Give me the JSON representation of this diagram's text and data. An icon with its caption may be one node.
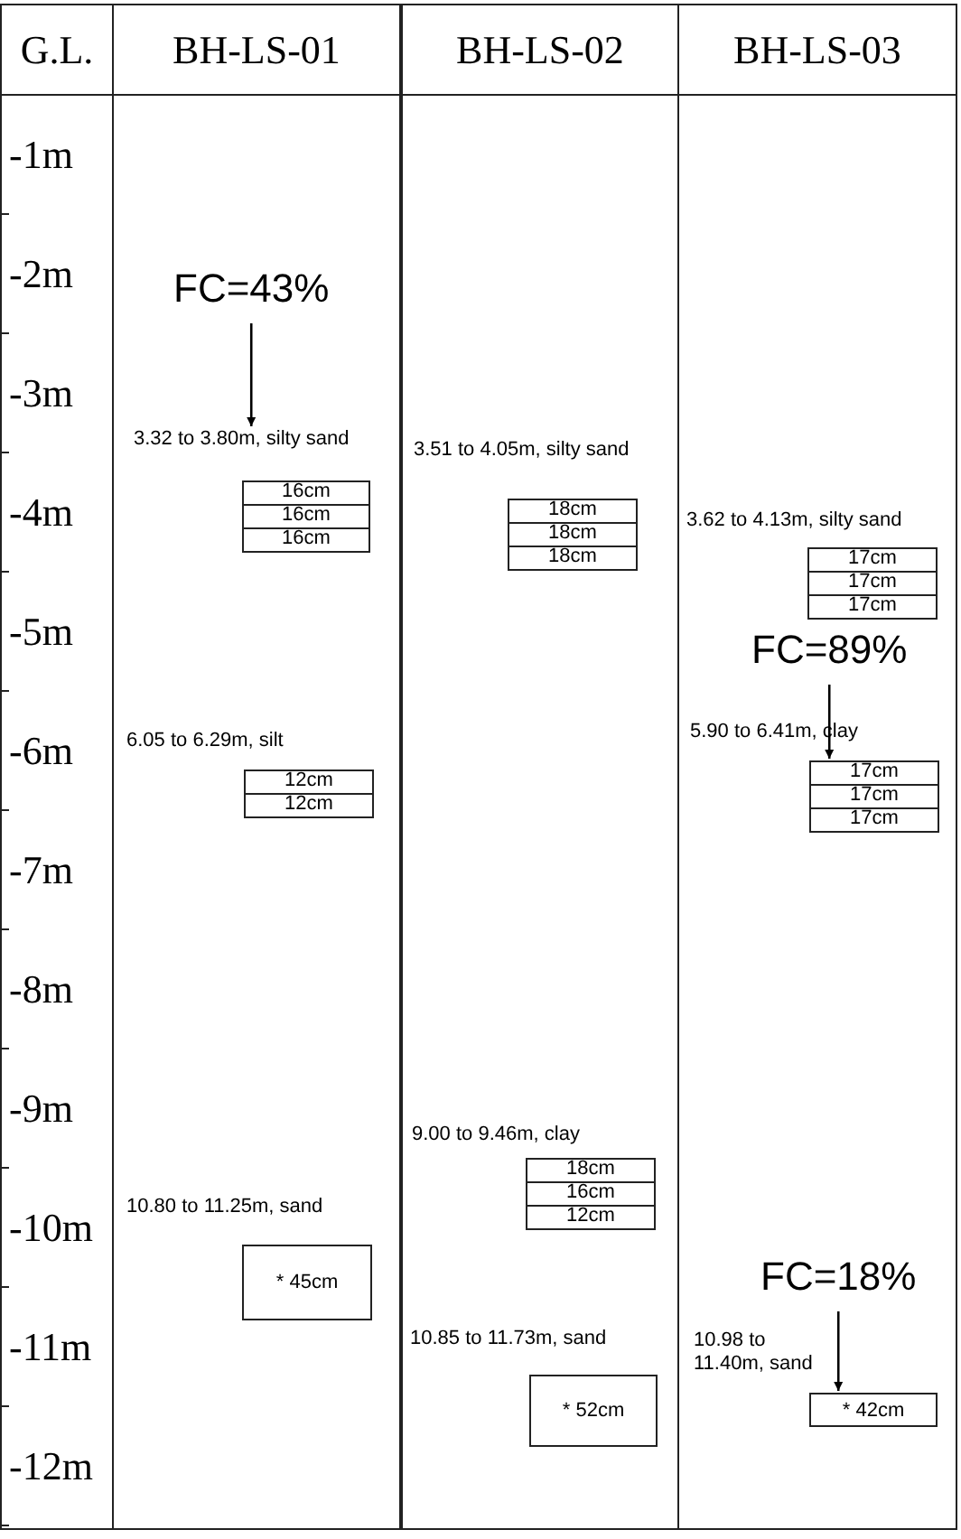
{
  "diagram": {
    "nodes": [
      {
        "text": [
          "G.L."
        ]
      },
      {
        "text": [
          "-1m"
        ],
        "in": 0
      },
      {
        "text": [
          "-2m"
        ],
        "in": 0
      },
      {
        "text": [
          "-3m"
        ],
        "in": 0
      },
      {
        "text": [
          "-4m"
        ],
        "in": 0
      },
      {
        "text": [
          "-5m"
        ],
        "in": 0
      },
      {
        "text": [
          "-6m"
        ],
        "in": 0
      },
      {
        "text": [
          "-7m"
        ],
        "in": 0
      },
      {
        "text": [
          "-8m"
        ],
        "in": 0
      },
      {
        "text": [
          "-9m"
        ],
        "in": 0
      },
      {
        "text": [
          "-10m"
        ],
        "in": 0
      },
      {
        "text": [
          "-11m"
        ],
        "in": 0
      },
      {
        "text": [
          "-12m"
        ],
        "in": 0
      },
      {
        "text": [
          "BH-LS-01"
        ]
      },
      {
        "text": [
          "FC=43%"
        ],
        "in": 13
      },
      {
        "text": [
          "3.32 to 3.80m, silty sand"
        ],
        "in": 13
      },
      {
        "text": [
          "16cm"
        ],
        "in": 13
      },
      {
        "text": [
          "16cm"
        ],
        "in": 13
      },
      {
        "text": [
          "16cm"
        ],
        "in": 13
      },
      {
        "text": [
          "12cm"
        ],
        "in": 13
      },
      {
        "text": [
          "12cm"
        ],
        "in": 13
      },
      {
        "text": [
          "* 45cm"
        ],
        "in": 13
      },
      {
        "text": [
          "BH-LS-02"
        ]
      },
      {
        "text": [
          "18cm"
        ],
        "in": 22
      },
      {
        "text": [
          "18cm"
        ],
        "in": 22
      },
      {
        "text": [
          "18cm"
        ],
        "in": 22
      },
      {
        "text": [
          "18cm"
        ],
        "in": 22
      },
      {
        "text": [
          "16cm"
        ],
        "in": 22
      },
      {
        "text": [
          "12cm"
        ],
        "in": 22
      },
      {
        "text": [
          "* 52cm"
        ],
        "in": 22
      },
      {
        "text": [
          "BH-LS-03"
        ]
      },
      {
        "text": [
          "17cm"
        ],
        "in": 30
      },
      {
        "text": [
          "17cm"
        ],
        "in": 30
      },
      {
        "text": [
          "17cm"
        ],
        "in": 30
      },
      {
        "text": [
          "FC=89%"
        ],
        "in": 30
      },
      {
        "text": [
          "17cm"
        ],
        "in": 30
      },
      {
        "text": [
          "17cm"
        ],
        "in": 30
      },
      {
        "text": [
          "17cm"
        ],
        "in": 30
      },
      {
        "text": [
          "FC=18%"
        ],
        "in": 30
      },
      {
        "text": [
          "* 42cm"
        ],
        "in": 30
      }
    ],
    "edges": [
      {
        "from": 14,
        "to": 15,
        "arrow": "to"
      },
      {
        "from": 34,
        "to": 35,
        "arrow": "to"
      },
      {
        "from": 38,
        "to": 39,
        "arrow": "to"
      }
    ],
    "labels": [
      "6.05 to 6.29m, silt",
      "10.80 to 11.25m, sand",
      "3.51 to 4.05m, silty sand",
      "9.00 to 9.46m, clay",
      "10.85 to 11.73m, sand",
      "3.62 to 4.13m, silty sand",
      "5.90 to 6.41m, clay",
      "10.98 to 11.40m, sand"
    ]
  }
}
